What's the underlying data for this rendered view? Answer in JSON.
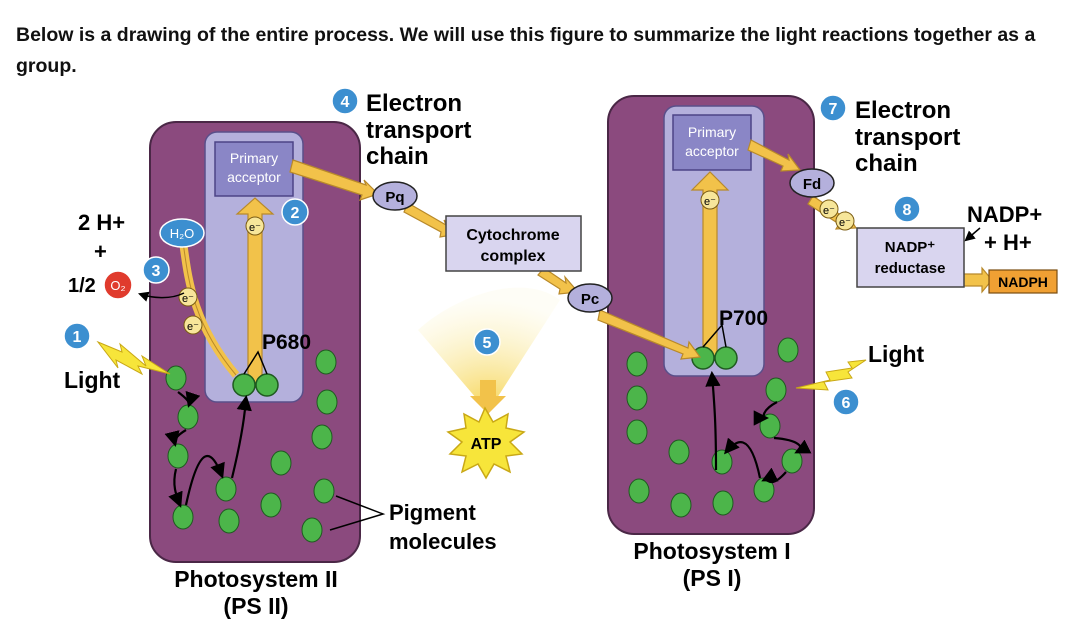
{
  "intro": {
    "text": "Below is a drawing of the entire process. We will use this figure to summarize the light reactions together as a group."
  },
  "figure": {
    "ps2": {
      "name": "Photosystem II",
      "abbr": "(PS II)",
      "primary_acceptor": [
        "Primary",
        "acceptor"
      ],
      "reaction_center": "P680"
    },
    "ps1": {
      "name": "Photosystem I",
      "abbr": "(PS I)",
      "primary_acceptor": [
        "Primary",
        "acceptor"
      ],
      "reaction_center": "P700"
    },
    "etc1": [
      "Electron",
      "transport",
      "chain"
    ],
    "etc2": [
      "Electron",
      "transport",
      "chain"
    ],
    "pq": "Pq",
    "cytochrome": [
      "Cytochrome",
      "complex"
    ],
    "pc": "Pc",
    "fd": "Fd",
    "reductase": [
      "NADP⁺",
      "reductase"
    ],
    "nadph": "NADPH",
    "nadp_plus": "NADP+",
    "h_plus": "+ H+",
    "atp": "ATP",
    "light_left": "Light",
    "light_right": "Light",
    "two_h": "2 H+",
    "plus": "+",
    "half": "1/2",
    "o2": "O₂",
    "h2o": "H₂O",
    "electron": "e⁻",
    "pigment": [
      "Pigment",
      "molecules"
    ],
    "steps": [
      "1",
      "2",
      "3",
      "4",
      "5",
      "6",
      "7",
      "8"
    ]
  },
  "colors": {
    "photosystem": "#8b4a7e",
    "photosystem_border": "#4a2746",
    "inner_panel": "#b4b0dc",
    "acceptor_box": "#8a86c6",
    "pigment": "#4cb54a",
    "arrow": "#f2c24a",
    "step_badge": "#3c8fd0",
    "o2_badge": "#e03b2d",
    "complex_box": "#d9d5ef",
    "nadph_box": "#f0a033",
    "atp_star": "#f7e53a"
  }
}
